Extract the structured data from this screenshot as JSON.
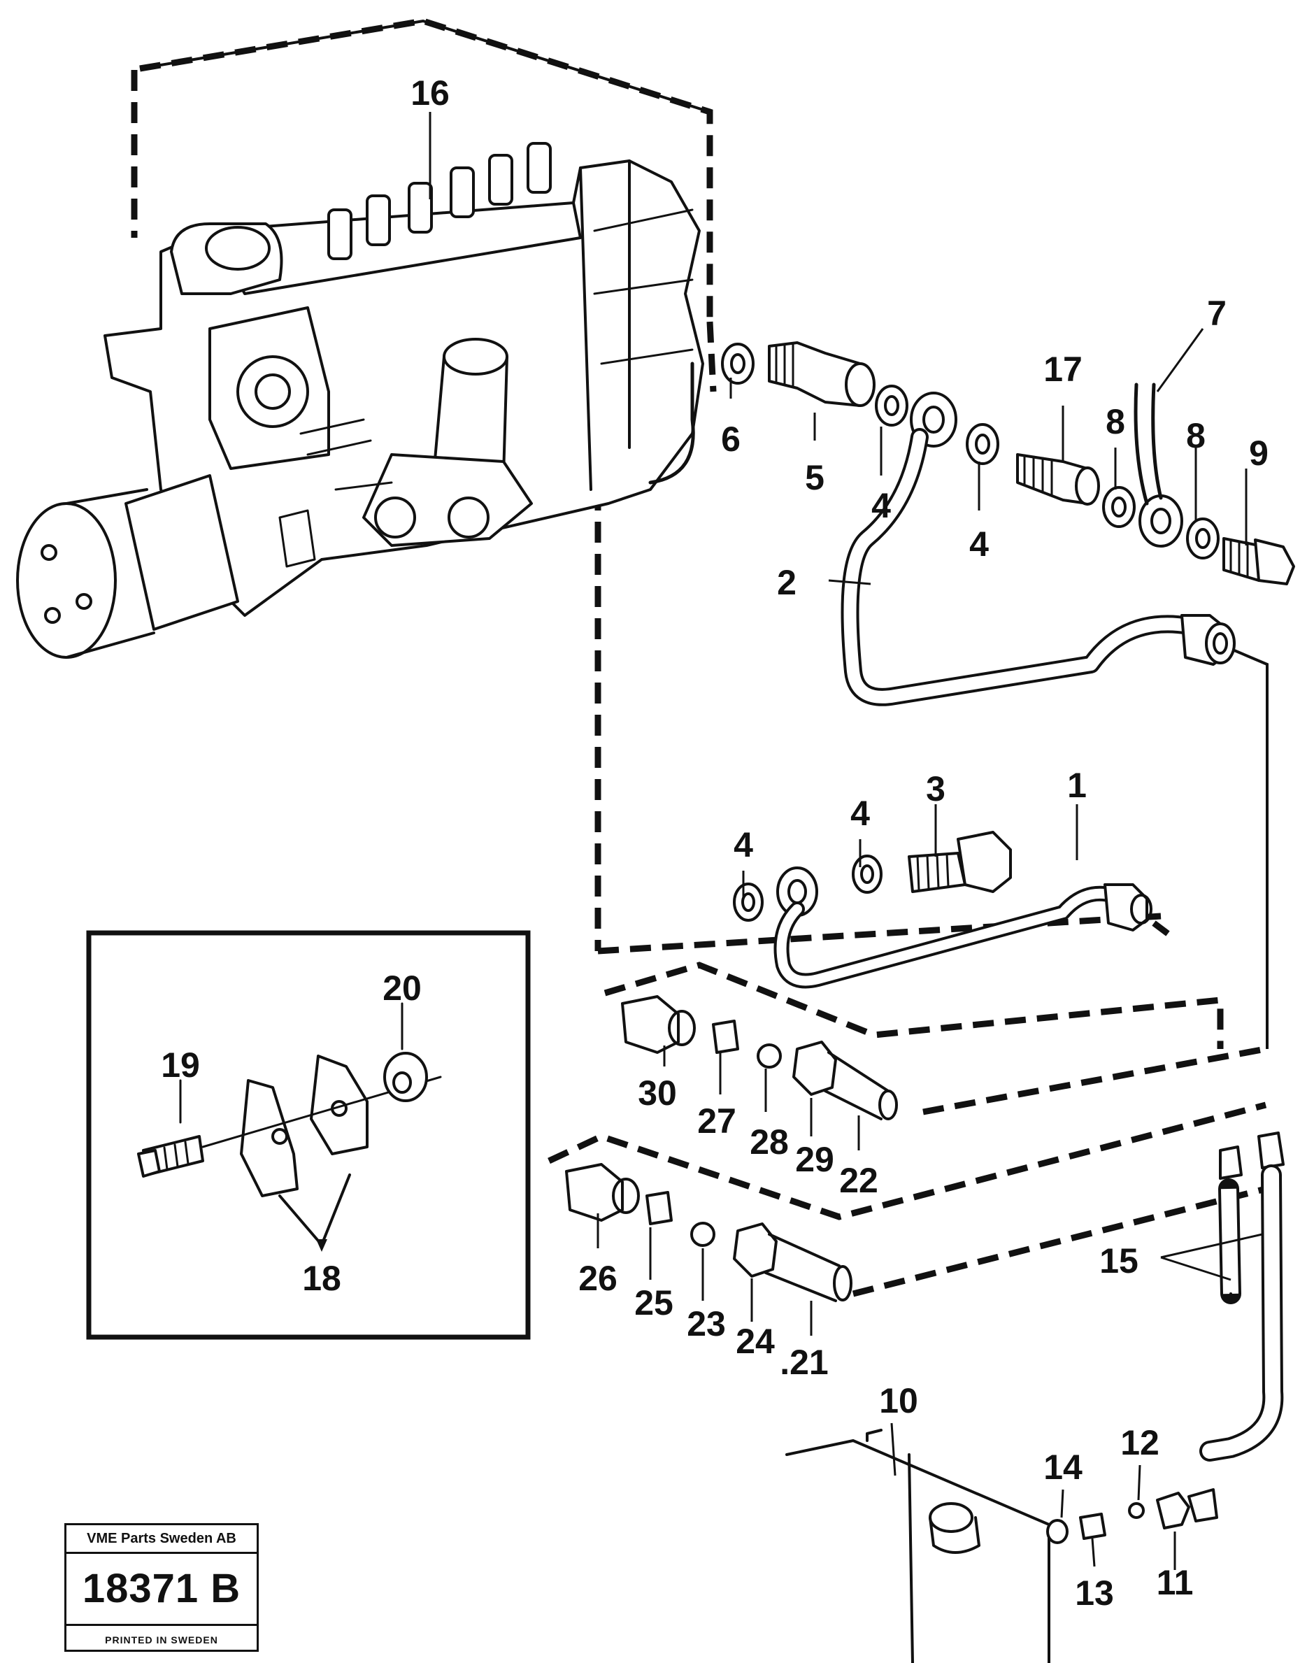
{
  "callouts": {
    "c1": "1",
    "c2": "2",
    "c3": "3",
    "c4a": "4",
    "c4b": "4",
    "c4c": "4",
    "c4d": "4",
    "c5": "5",
    "c6": "6",
    "c7": "7",
    "c8a": "8",
    "c8b": "8",
    "c9": "9",
    "c10": "10",
    "c11": "11",
    "c12": "12",
    "c13": "13",
    "c14": "14",
    "c15": "15",
    "c16": "16",
    "c17": "17",
    "c18": "18",
    "c19": "19",
    "c20": "20",
    "c21": ".21",
    "c22": "22",
    "c23": "23",
    "c24": "24",
    "c25": "25",
    "c26": "26",
    "c27": "27",
    "c28": "28",
    "c29": "29",
    "c30": "30"
  },
  "stamp": {
    "company": "VME Parts Sweden AB",
    "number": "18371 B",
    "printed": "PRINTED IN SWEDEN"
  }
}
